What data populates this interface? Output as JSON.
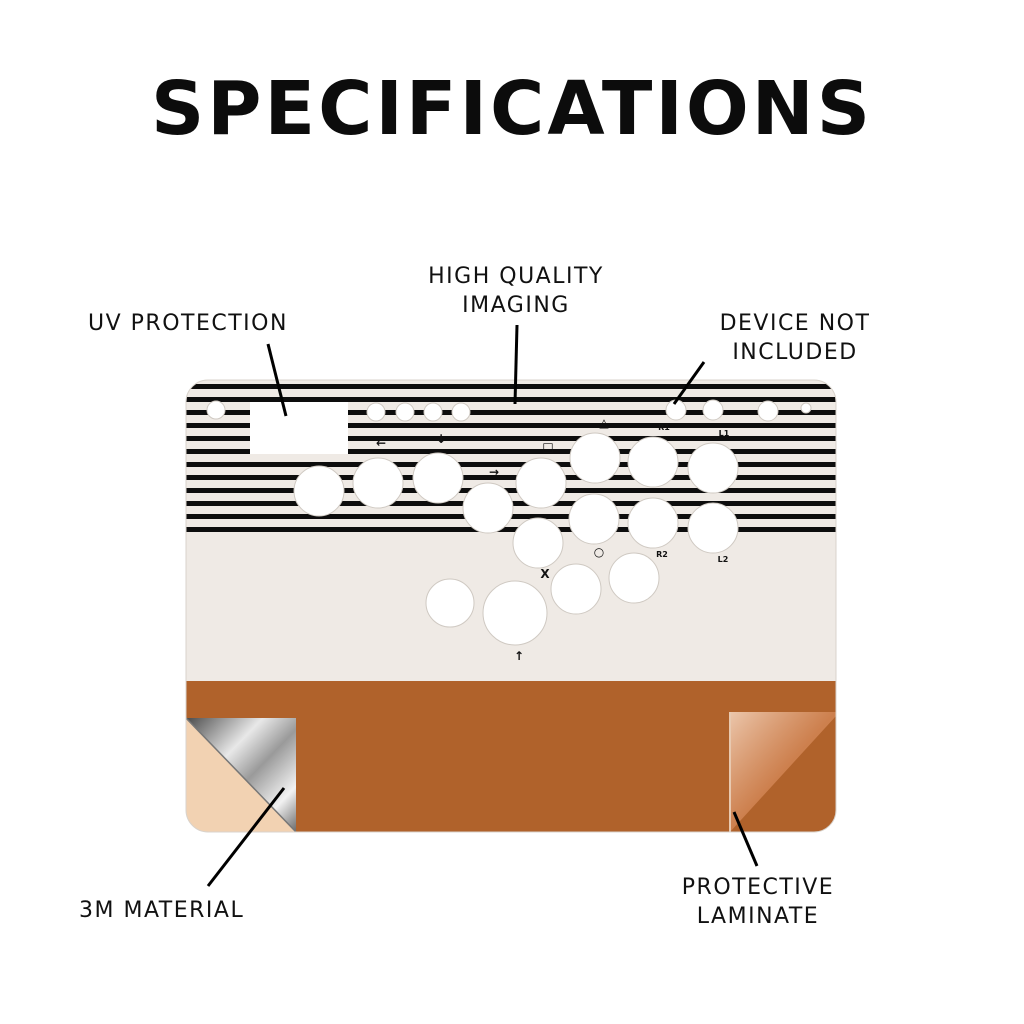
{
  "title": "SPECIFICATIONS",
  "callouts": {
    "uv_protection": "UV PROTECTION",
    "high_quality_imaging": [
      "HIGH QUALITY",
      "IMAGING"
    ],
    "device_not_included": [
      "DEVICE NOT",
      "INCLUDED"
    ],
    "material": "3M MATERIAL",
    "protective_laminate": [
      "PROTECTIVE",
      "LAMINATE"
    ]
  },
  "panel": {
    "colors": {
      "stripes": "#0d0d0d",
      "cream": "#efeae5",
      "rust": "#b0622b",
      "peach": "#f2d2b2",
      "button_hole": "#ffffff"
    },
    "button_markers": [
      "△",
      "□",
      "○",
      "X",
      "R1",
      "L1",
      "R2",
      "L2"
    ]
  }
}
